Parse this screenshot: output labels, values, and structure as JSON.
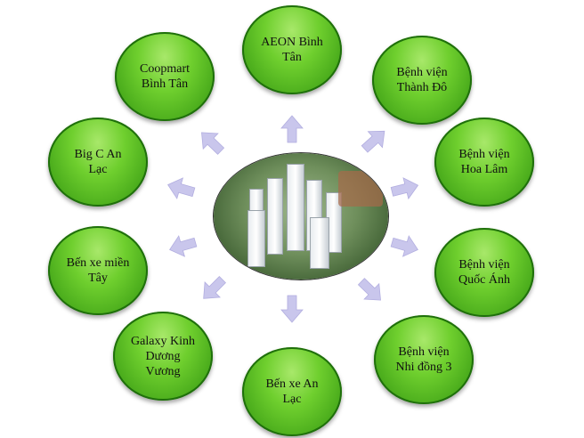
{
  "center_image": "apartment-towers-aerial",
  "nodes": [
    {
      "id": "aeon",
      "label": "AEON Bình\nTân"
    },
    {
      "id": "thanh-do",
      "label": "Bệnh viện\nThành Đô"
    },
    {
      "id": "hoa-lam",
      "label": "Bệnh viện\nHoa Lâm"
    },
    {
      "id": "quoc-anh",
      "label": "Bệnh viện\nQuốc Ánh"
    },
    {
      "id": "nhi-dong",
      "label": "Bệnh viện\nNhi đồng 3"
    },
    {
      "id": "ben-xe-an-lac",
      "label": "Bến xe An\nLạc"
    },
    {
      "id": "galaxy",
      "label": "Galaxy Kinh\nDương\nVương"
    },
    {
      "id": "ben-xe-mien-tay",
      "label": "Bến xe miền\nTây"
    },
    {
      "id": "big-c",
      "label": "Big C An\nLạc"
    },
    {
      "id": "coopmart",
      "label": "Coopmart\nBình Tân"
    }
  ],
  "colors": {
    "node_fill": "#6fcf2e",
    "node_border": "#1f6f0c",
    "arrow": "#c9c6ec"
  }
}
